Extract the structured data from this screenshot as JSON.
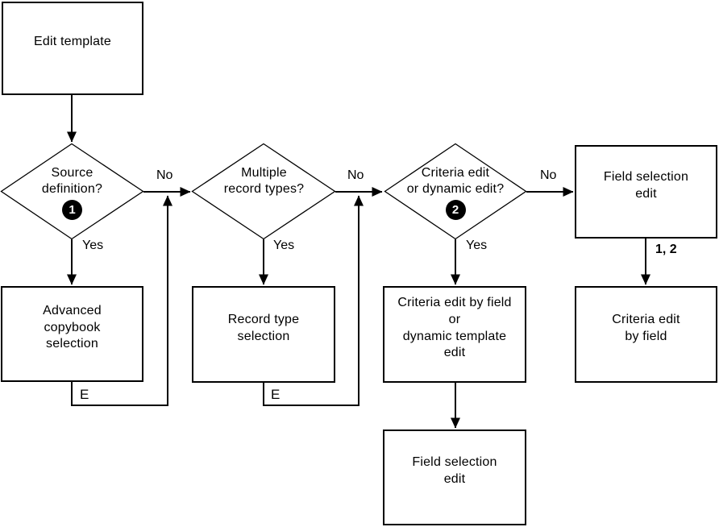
{
  "colors": {
    "background": "#ffffff",
    "line": "#000000",
    "badge_background": "#000000",
    "badge_text": "#ffffff"
  },
  "nodes": {
    "edit_template": "Edit template",
    "advanced_copybook_selection": "Advanced\ncopybook\nselection",
    "record_type_selection": "Record type\nselection",
    "criteria_or_dynamic_template_edit": "Criteria edit by field\nor\ndynamic template\nedit",
    "field_selection_edit_top": "Field selection\nedit",
    "criteria_edit_by_field": "Criteria edit\nby field",
    "field_selection_edit_bottom": "Field selection\nedit"
  },
  "decisions": {
    "source_definition": {
      "label": "Source\ndefinition?",
      "badge": "1"
    },
    "multiple_record_types": {
      "label": "Multiple\nrecord types?"
    },
    "criteria_or_dynamic": {
      "label": "Criteria edit\nor dynamic edit?",
      "badge": "2"
    }
  },
  "edge_labels": {
    "no": "No",
    "yes": "Yes",
    "exit": "E",
    "one_two": "1, 2"
  }
}
